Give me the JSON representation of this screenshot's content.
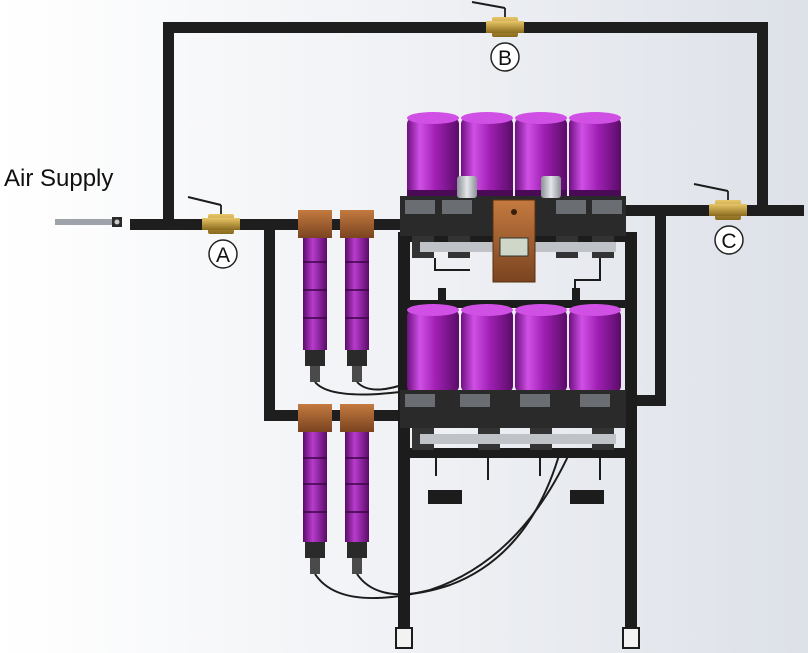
{
  "title": "Air Supply",
  "valves": [
    {
      "id": "a",
      "label": "A"
    },
    {
      "id": "b",
      "label": "B"
    },
    {
      "id": "c",
      "label": "C"
    }
  ],
  "display": {
    "text": ""
  },
  "colors": {
    "pipe": "#1e1e1e",
    "canister": "#a020b4",
    "canister_light": "#d050e6",
    "canister_dark": "#6e1080",
    "filter_head": "#9a5a2c",
    "control_box": "#b8682e",
    "brass": "#c29a3a",
    "frame": "#1c1c1c",
    "block": "#2a2a2a",
    "background": "#ffffff"
  },
  "icons": {
    "valve": "ball-valve-icon",
    "filter": "inline-filter-icon",
    "dryer": "desiccant-canister-icon"
  }
}
